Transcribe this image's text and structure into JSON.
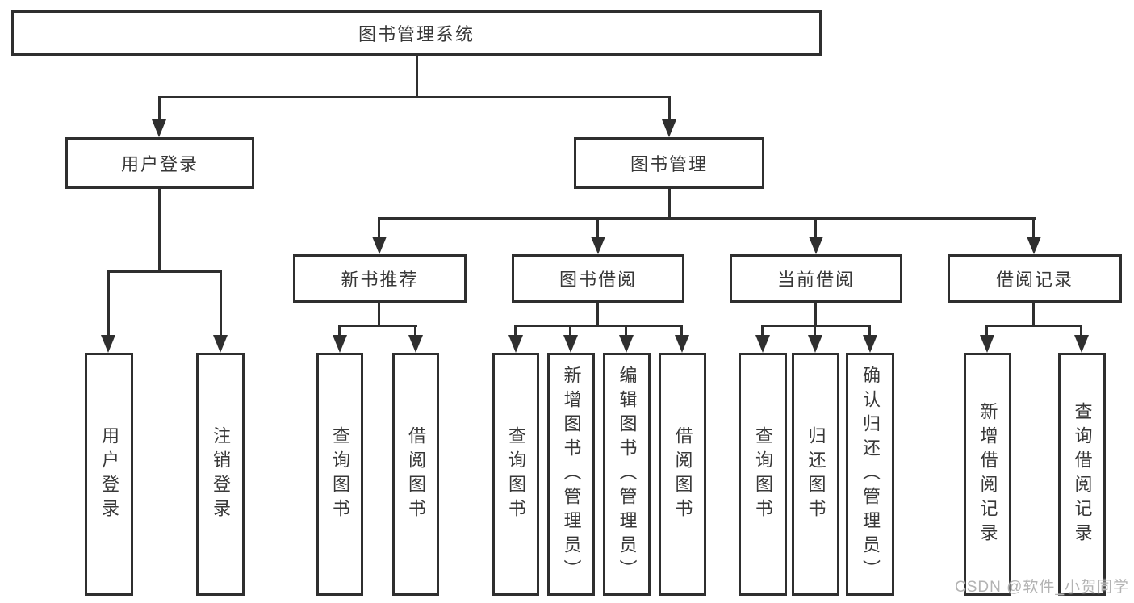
{
  "tree": {
    "root": {
      "label": "图书管理系统"
    },
    "branches": [
      {
        "label": "用户登录",
        "children": [
          {
            "label": "用户登录"
          },
          {
            "label": "注销登录"
          }
        ]
      },
      {
        "label": "图书管理",
        "children": [
          {
            "label": "新书推荐",
            "children": [
              {
                "label": "查询图书"
              },
              {
                "label": "借阅图书"
              }
            ]
          },
          {
            "label": "图书借阅",
            "children": [
              {
                "label": "查询图书"
              },
              {
                "label": "新增图书（管理员）"
              },
              {
                "label": "编辑图书（管理员）"
              },
              {
                "label": "借阅图书"
              }
            ]
          },
          {
            "label": "当前借阅",
            "children": [
              {
                "label": "查询图书"
              },
              {
                "label": "归还图书"
              },
              {
                "label": "确认归还（管理员）"
              }
            ]
          },
          {
            "label": "借阅记录",
            "children": [
              {
                "label": "新增借阅记录"
              },
              {
                "label": "查询借阅记录"
              }
            ]
          }
        ]
      }
    ]
  },
  "watermark": {
    "text": "CSDN @软件_小贺同学"
  },
  "colors": {
    "line": "#2f2f2f",
    "text": "#383838",
    "watermark": "#b3b3b3",
    "background": "#ffffff"
  }
}
